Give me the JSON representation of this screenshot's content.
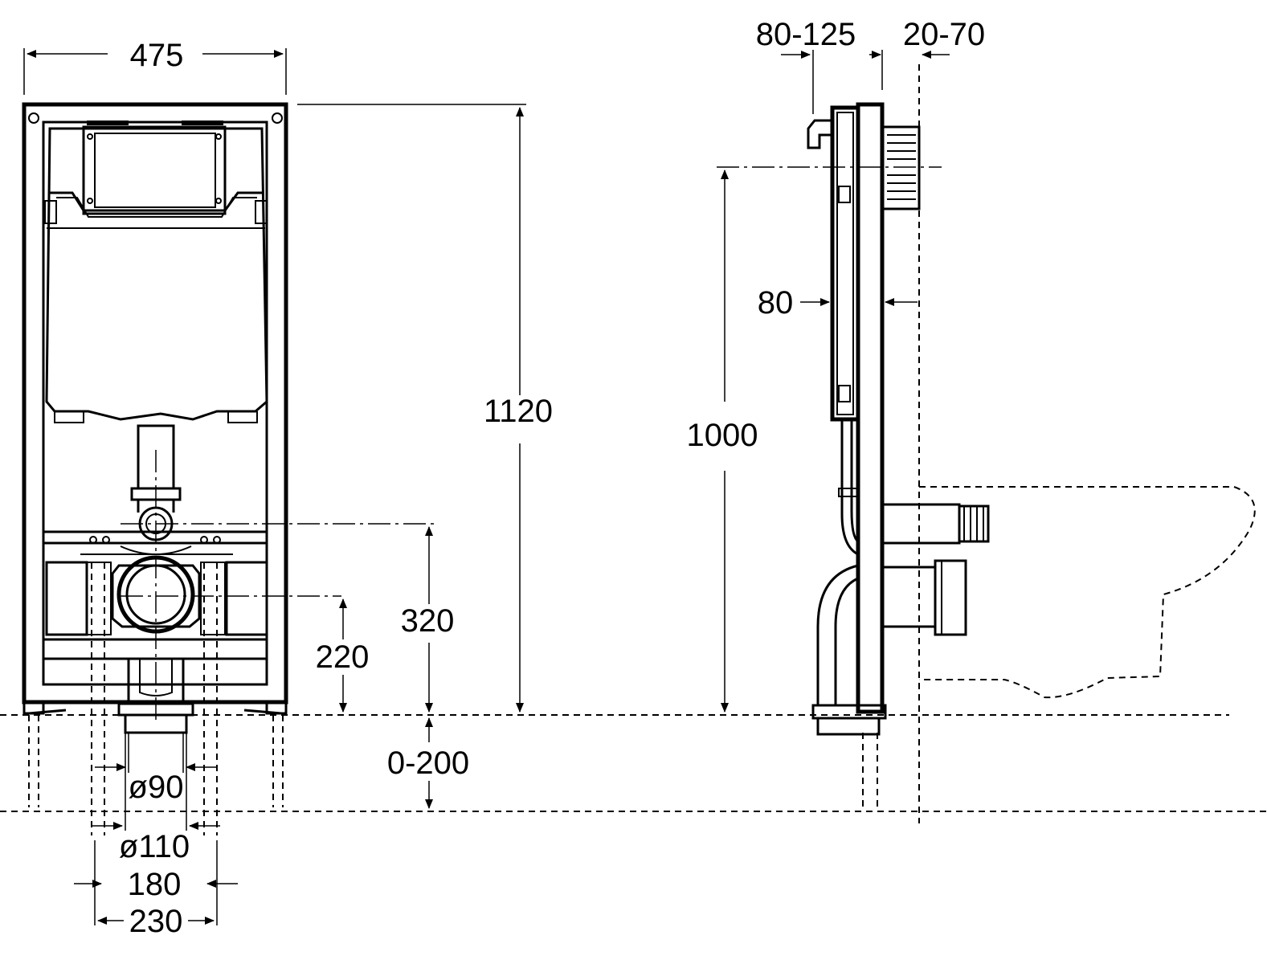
{
  "dimensions": {
    "frame_width": "475",
    "frame_height": "1120",
    "bowl_outlet_height": "320",
    "waste_height": "220",
    "floor_adjust": "0-200",
    "dia_90": "ø90",
    "dia_110": "ø110",
    "span_180": "180",
    "span_230": "230",
    "side_height": "1000",
    "wall_distance": "80-125",
    "panel_distance": "20-70",
    "frame_depth": "80"
  }
}
